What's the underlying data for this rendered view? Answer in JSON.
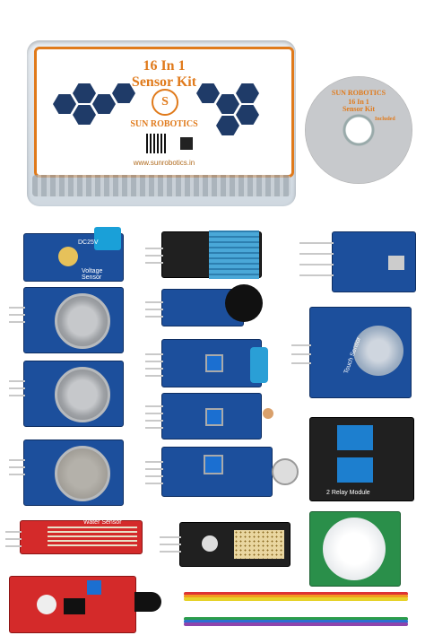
{
  "kit_box": {
    "title_line1": "16 In 1",
    "title_line2": "Sensor Kit",
    "brand": "SUN ROBOTICS",
    "website": "www.sunrobotics.in"
  },
  "cd": {
    "brand": "SUN ROBOTICS",
    "title_line1": "16 In 1",
    "title_line2": "Sensor Kit",
    "subtitle": "Included"
  },
  "modules": {
    "voltage_label": "Voltage Sensor",
    "voltage_terminal": "DC25V",
    "touch_label": "Touch Sensor",
    "relay_label": "2 Relay Module",
    "rain_label": "Water Sensor"
  },
  "colors": {
    "brand_orange": "#e07a1b",
    "pcb_blue": "#1c4f9c",
    "pcb_red": "#d42a2a"
  }
}
